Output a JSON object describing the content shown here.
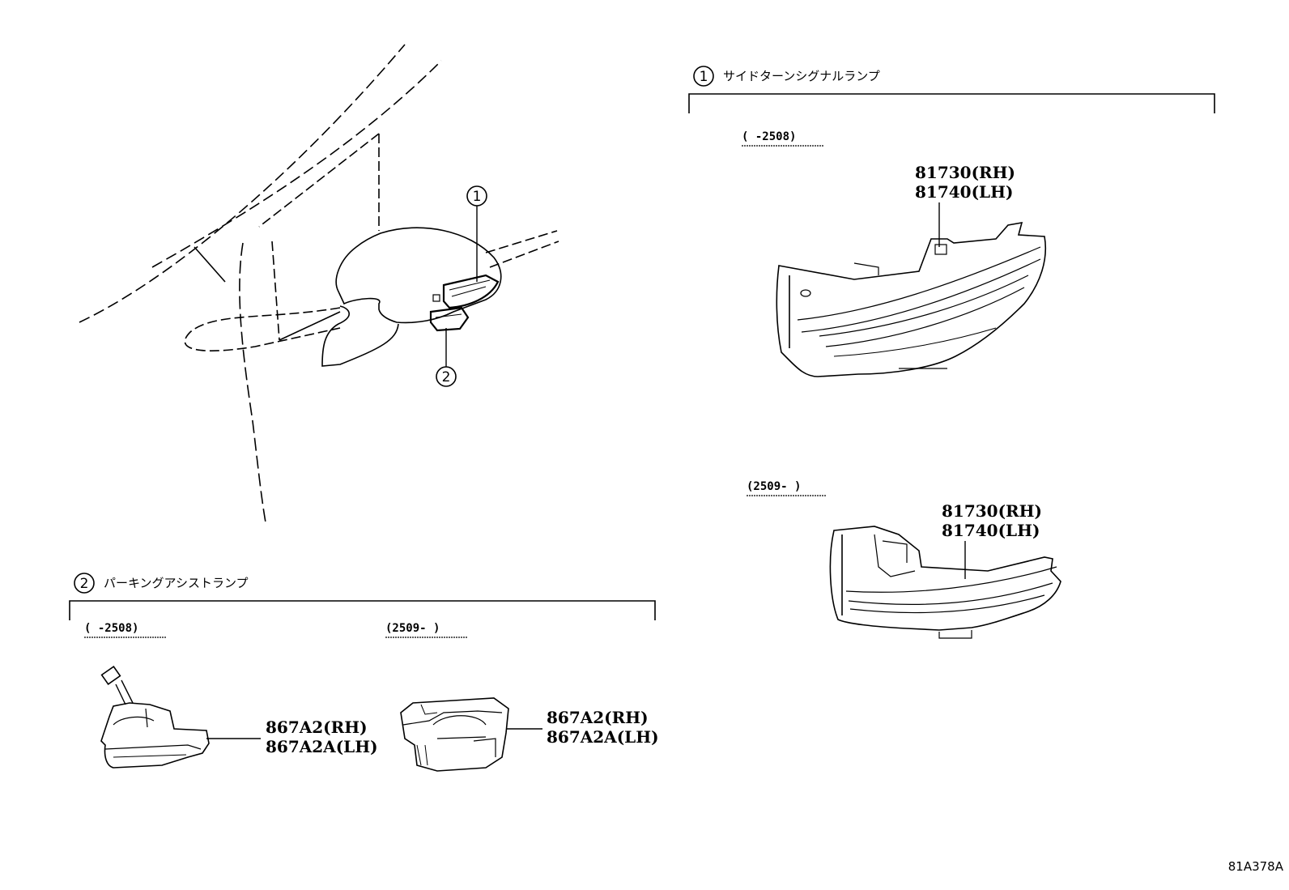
{
  "sections": {
    "turn_signal": {
      "number": "1",
      "title": "サイドターンシグナルランプ"
    },
    "parking_assist": {
      "number": "2",
      "title": "パーキングアシストランプ"
    }
  },
  "callouts": {
    "c1": "1",
    "c2": "2"
  },
  "turn_signal_early": {
    "date": "(      -2508)",
    "part_rh": "81730(RH)",
    "part_lh": "81740(LH)"
  },
  "turn_signal_late": {
    "date": "(2509-      )",
    "part_rh": "81730(RH)",
    "part_lh": "81740(LH)"
  },
  "parking_early": {
    "date": "(      -2508)",
    "part_rh": "867A2(RH)",
    "part_lh": "867A2A(LH)"
  },
  "parking_late": {
    "date": "(2509-      )",
    "part_rh": "867A2(RH)",
    "part_lh": "867A2A(LH)"
  },
  "drawing_code": "81A378A"
}
